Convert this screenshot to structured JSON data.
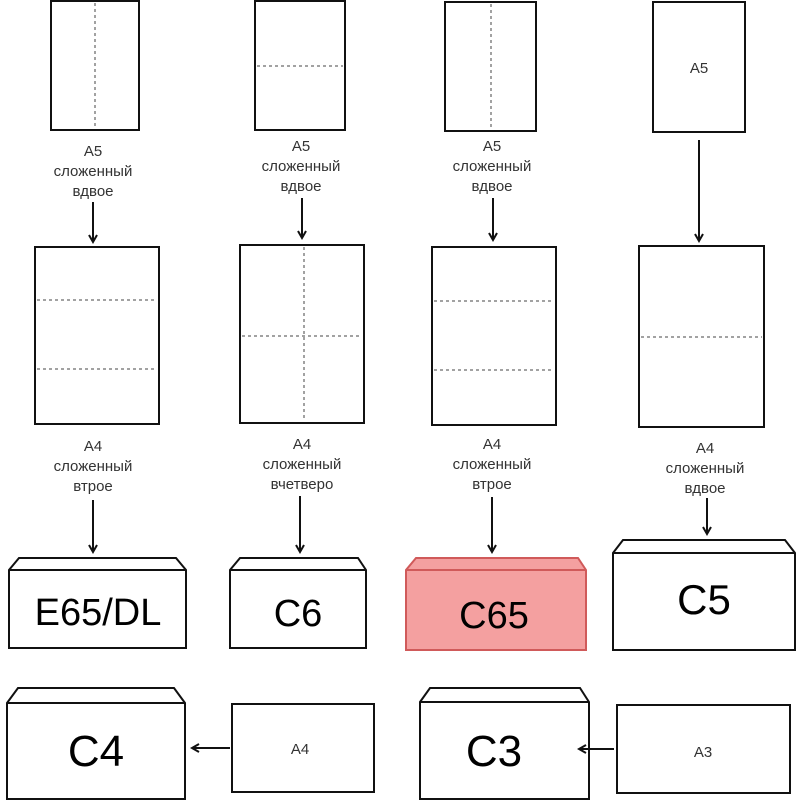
{
  "columns": [
    {
      "a5_label": "",
      "top_caption": [
        "A5",
        "сложенный",
        "вдвое"
      ],
      "mid_caption": [
        "A4",
        "сложенный",
        "втрое"
      ],
      "envelope": "E65/DL"
    },
    {
      "a5_label": "",
      "top_caption": [
        "A5",
        "сложенный",
        "вдвое"
      ],
      "mid_caption": [
        "A4",
        "сложенный",
        "вчетверо"
      ],
      "envelope": "C6"
    },
    {
      "a5_label": "",
      "top_caption": [
        "A5",
        "сложенный",
        "вдвое"
      ],
      "mid_caption": [
        "A4",
        "сложенный",
        "втрое"
      ],
      "envelope": "C65"
    },
    {
      "a5_label": "A5",
      "top_caption": [],
      "mid_caption": [
        "A4",
        "сложенный",
        "вдвое"
      ],
      "envelope": "C5"
    }
  ],
  "bottom": {
    "left_envelope": "C4",
    "left_source": "A4",
    "right_envelope": "C3",
    "right_source": "A3"
  },
  "colors": {
    "highlight_envelope_fill": "#f4a0a0",
    "highlight_envelope_stroke": "#d05a5a"
  }
}
